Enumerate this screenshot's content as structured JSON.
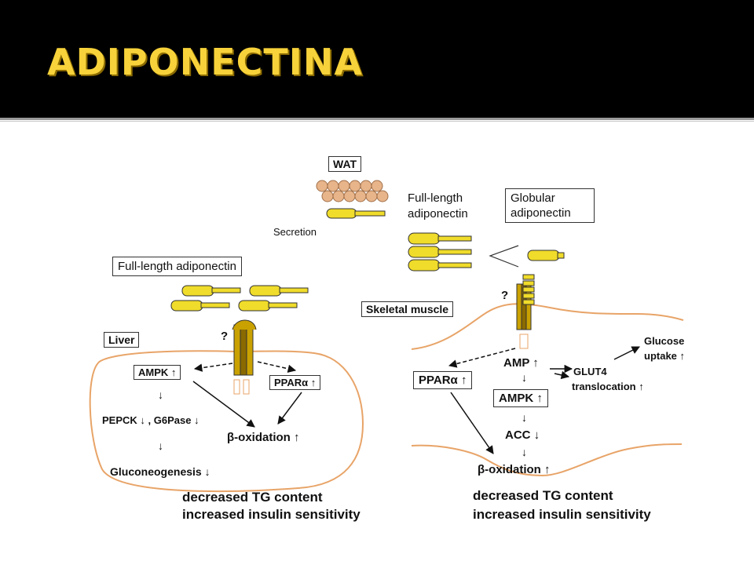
{
  "slide": {
    "title": "ADIPONECTINA"
  },
  "diagram": {
    "wat": "WAT",
    "secretion": "Secretion",
    "full_length_top_1": "Full-length",
    "full_length_top_2": "adiponectin",
    "globular_1": "Globular",
    "globular_2": "adiponectin",
    "full_length_left": "Full-length adiponectin",
    "liver": "Liver",
    "skeletal_muscle": "Skeletal muscle",
    "question_left": "?",
    "question_right": "?",
    "liver_ampk": "AMPK ↑",
    "liver_ppar": "PPARα ↑",
    "liver_pepck": "PEPCK ↓ , G6Pase ↓",
    "liver_beta_ox": "β-oxidation ↑",
    "liver_gluconeo": "Gluconeogenesis ↓",
    "liver_outcome_1": "decreased TG content",
    "liver_outcome_2": "increased insulin sensitivity",
    "muscle_ampk_text": "AMP ↑",
    "muscle_ampk_box": "AMPK ↑",
    "muscle_ppar": "PPARα ↑",
    "muscle_glucose_1": "Glucose",
    "muscle_glucose_2": "uptake ↑",
    "muscle_glut4_1": "GLUT4",
    "muscle_glut4_2": "translocation ↑",
    "muscle_acc": "ACC ↓",
    "muscle_beta_ox": "β-oxidation ↑",
    "muscle_outcome_1": "decreased TG content",
    "muscle_outcome_2": "increased insulin sensitivity",
    "down_arrow": "↓"
  },
  "colors": {
    "title": "#f7d23a",
    "adiponectin": "#f0dc2a",
    "membrane": "#e8a468",
    "receptor": "#c9a100"
  }
}
